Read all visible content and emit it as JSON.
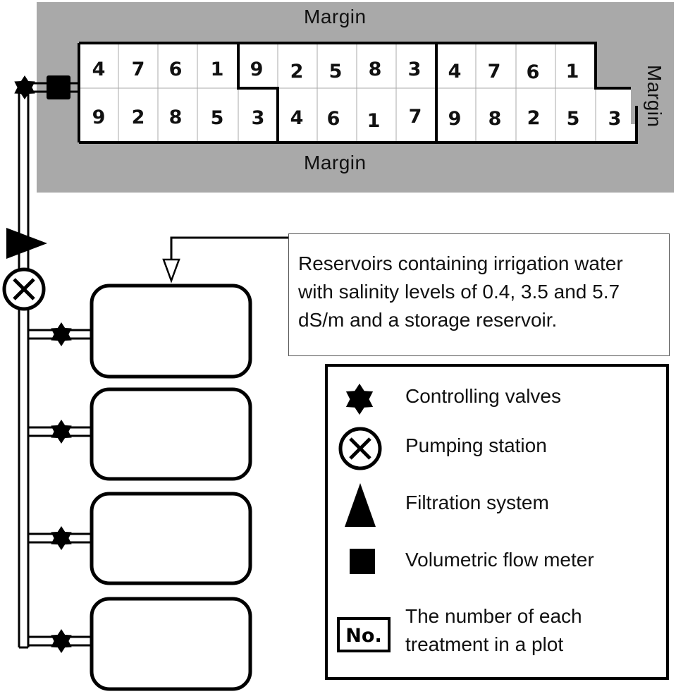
{
  "margins": {
    "top": "Margin",
    "bottom": "Margin",
    "right": "Margin"
  },
  "plots": {
    "row1": [
      "4",
      "7",
      "6",
      "1",
      "9",
      "2",
      "5",
      "8",
      "3",
      "4",
      "7",
      "6",
      "1"
    ],
    "row2": [
      "9",
      "2",
      "8",
      "5",
      "3",
      "4",
      "6",
      "1",
      "7",
      "9",
      "8",
      "2",
      "5",
      "3"
    ]
  },
  "callout": {
    "text_lines": [
      "Reservoirs containing irrigation water",
      "with salinity levels of 0.4, 3.5 and 5.7",
      "dS/m and a storage reservoir."
    ]
  },
  "legend": {
    "items": [
      {
        "icon": "controlling-valve-icon",
        "label": "Controlling valves"
      },
      {
        "icon": "pumping-station-icon",
        "label": "Pumping station"
      },
      {
        "icon": "filtration-system-icon",
        "label": "Filtration system"
      },
      {
        "icon": "flow-meter-icon",
        "label": "Volumetric flow meter"
      },
      {
        "icon": "treatment-number-icon",
        "label_lines": [
          "The number of each",
          "treatment in a plot"
        ],
        "badge": "No."
      }
    ]
  }
}
